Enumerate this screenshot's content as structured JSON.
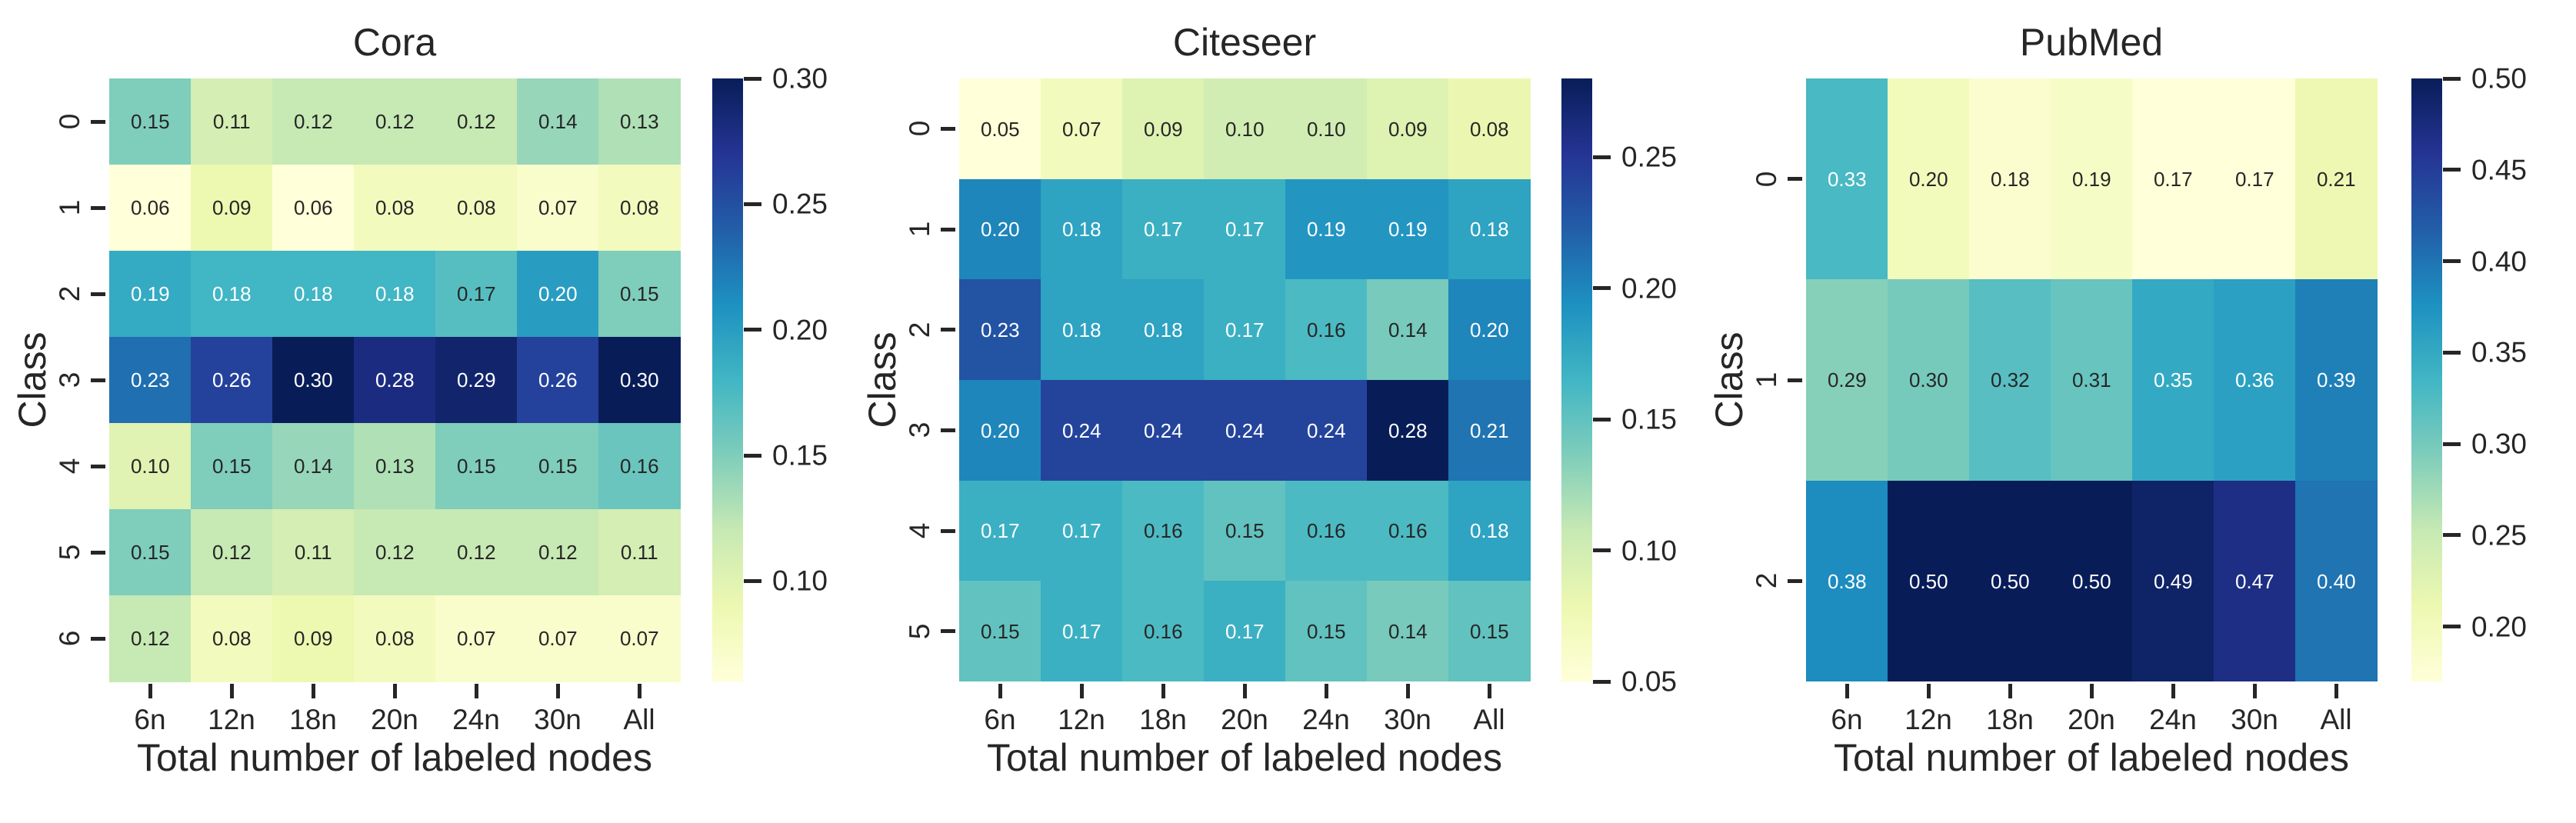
{
  "figure": {
    "background": "#ffffff",
    "text_color": "#262626",
    "annot_white": "#ffffff"
  },
  "colormap": {
    "name": "YlGnBu",
    "stops": [
      "#ffffd9",
      "#edf8b1",
      "#c7e9b4",
      "#7fcdbb",
      "#41b6c4",
      "#1d91c0",
      "#225ea8",
      "#253494",
      "#081d58"
    ]
  },
  "chart_data": [
    {
      "type": "heatmap",
      "title": "Cora",
      "xlabel": "Total number of labeled nodes",
      "ylabel": "Class",
      "x_categories": [
        "6n",
        "12n",
        "18n",
        "20n",
        "24n",
        "30n",
        "All"
      ],
      "y_categories": [
        "0",
        "1",
        "2",
        "3",
        "4",
        "5",
        "6"
      ],
      "values": [
        [
          0.15,
          0.11,
          0.12,
          0.12,
          0.12,
          0.14,
          0.13
        ],
        [
          0.06,
          0.09,
          0.06,
          0.08,
          0.08,
          0.07,
          0.08
        ],
        [
          0.19,
          0.18,
          0.18,
          0.18,
          0.17,
          0.2,
          0.15
        ],
        [
          0.23,
          0.26,
          0.3,
          0.28,
          0.29,
          0.26,
          0.3
        ],
        [
          0.1,
          0.15,
          0.14,
          0.13,
          0.15,
          0.15,
          0.16
        ],
        [
          0.15,
          0.12,
          0.11,
          0.12,
          0.12,
          0.12,
          0.11
        ],
        [
          0.12,
          0.08,
          0.09,
          0.08,
          0.07,
          0.07,
          0.07
        ]
      ],
      "annot_colors": [
        "kkkkkkk",
        "kkkkkkk",
        "wwwwkwk",
        "wwwwwww",
        "kkkkkkk",
        "kkkkkkk",
        "kkkkkkk"
      ],
      "vmin": 0.06,
      "vmax": 0.3,
      "colorbar_ticks": [
        0.3,
        0.25,
        0.2,
        0.15,
        0.1
      ],
      "colorbar_tick_labels": [
        "0.30",
        "0.25",
        "0.20",
        "0.15",
        "0.10"
      ]
    },
    {
      "type": "heatmap",
      "title": "Citeseer",
      "xlabel": "Total number of labeled nodes",
      "ylabel": "Class",
      "x_categories": [
        "6n",
        "12n",
        "18n",
        "20n",
        "24n",
        "30n",
        "All"
      ],
      "y_categories": [
        "0",
        "1",
        "2",
        "3",
        "4",
        "5"
      ],
      "values": [
        [
          0.05,
          0.07,
          0.09,
          0.1,
          0.1,
          0.09,
          0.08
        ],
        [
          0.2,
          0.18,
          0.17,
          0.17,
          0.19,
          0.19,
          0.18
        ],
        [
          0.23,
          0.18,
          0.18,
          0.17,
          0.16,
          0.14,
          0.2
        ],
        [
          0.2,
          0.24,
          0.24,
          0.24,
          0.24,
          0.28,
          0.21
        ],
        [
          0.17,
          0.17,
          0.16,
          0.15,
          0.16,
          0.16,
          0.18
        ],
        [
          0.15,
          0.17,
          0.16,
          0.17,
          0.15,
          0.14,
          0.15
        ]
      ],
      "annot_colors": [
        "kkkkkkk",
        "wwwwwww",
        "wwwwkkw",
        "wwwwwww",
        "wwkkkkw",
        "kwkwkkk"
      ],
      "vmin": 0.05,
      "vmax": 0.28,
      "colorbar_ticks": [
        0.25,
        0.2,
        0.15,
        0.1,
        0.05
      ],
      "colorbar_tick_labels": [
        "0.25",
        "0.20",
        "0.15",
        "0.10",
        "0.05"
      ]
    },
    {
      "type": "heatmap",
      "title": "PubMed",
      "xlabel": "Total number of labeled nodes",
      "ylabel": "Class",
      "x_categories": [
        "6n",
        "12n",
        "18n",
        "20n",
        "24n",
        "30n",
        "All"
      ],
      "y_categories": [
        "0",
        "1",
        "2"
      ],
      "values": [
        [
          0.33,
          0.2,
          0.18,
          0.19,
          0.17,
          0.17,
          0.21
        ],
        [
          0.29,
          0.3,
          0.32,
          0.31,
          0.35,
          0.36,
          0.39
        ],
        [
          0.38,
          0.5,
          0.5,
          0.5,
          0.49,
          0.47,
          0.4
        ]
      ],
      "annot_colors": [
        "wkkkkkk",
        "kkkkwww",
        "wwwwwww"
      ],
      "vmin": 0.17,
      "vmax": 0.5,
      "colorbar_ticks": [
        0.5,
        0.45,
        0.4,
        0.35,
        0.3,
        0.25,
        0.2
      ],
      "colorbar_tick_labels": [
        "0.50",
        "0.45",
        "0.40",
        "0.35",
        "0.30",
        "0.25",
        "0.20"
      ]
    }
  ]
}
